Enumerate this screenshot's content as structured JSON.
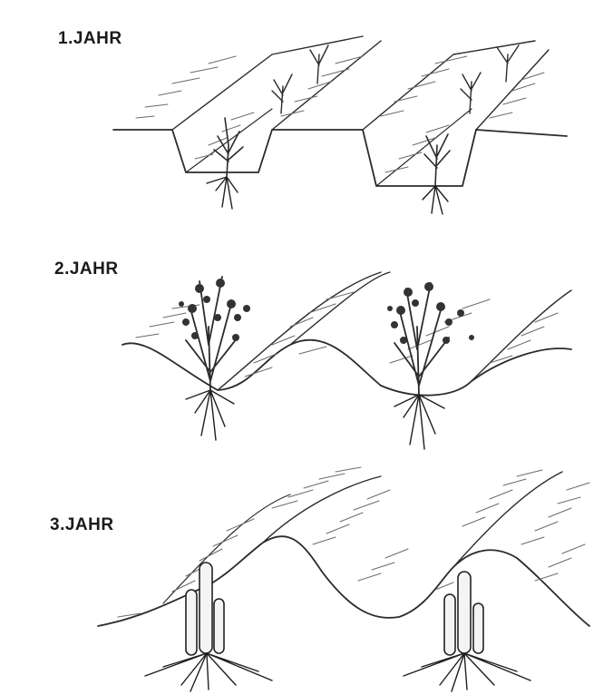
{
  "panels": [
    {
      "label": "1.JAHR"
    },
    {
      "label": "2.JAHR"
    },
    {
      "label": "3.JAHR"
    }
  ]
}
